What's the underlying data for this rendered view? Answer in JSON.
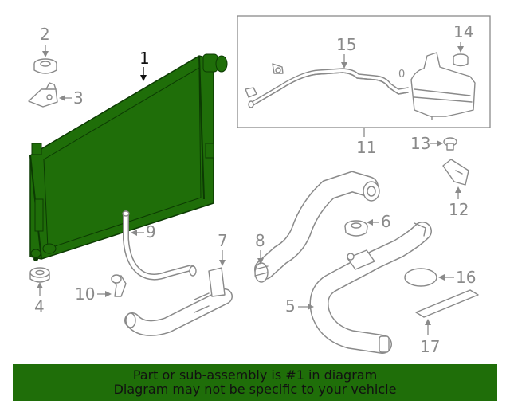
{
  "diagram": {
    "colors": {
      "highlight": "#1f6e09",
      "parts": "#8a8a8a",
      "callout_highlight": "#111111"
    },
    "callouts": [
      "1",
      "2",
      "3",
      "4",
      "5",
      "6",
      "7",
      "8",
      "9",
      "10",
      "11",
      "12",
      "13",
      "14",
      "15",
      "16",
      "17"
    ],
    "highlighted_part": "1",
    "reservoir_mark": "0"
  },
  "banner": {
    "line1": "Part or sub-assembly is #1 in diagram",
    "line2": "Diagram may not be specific to your vehicle"
  }
}
